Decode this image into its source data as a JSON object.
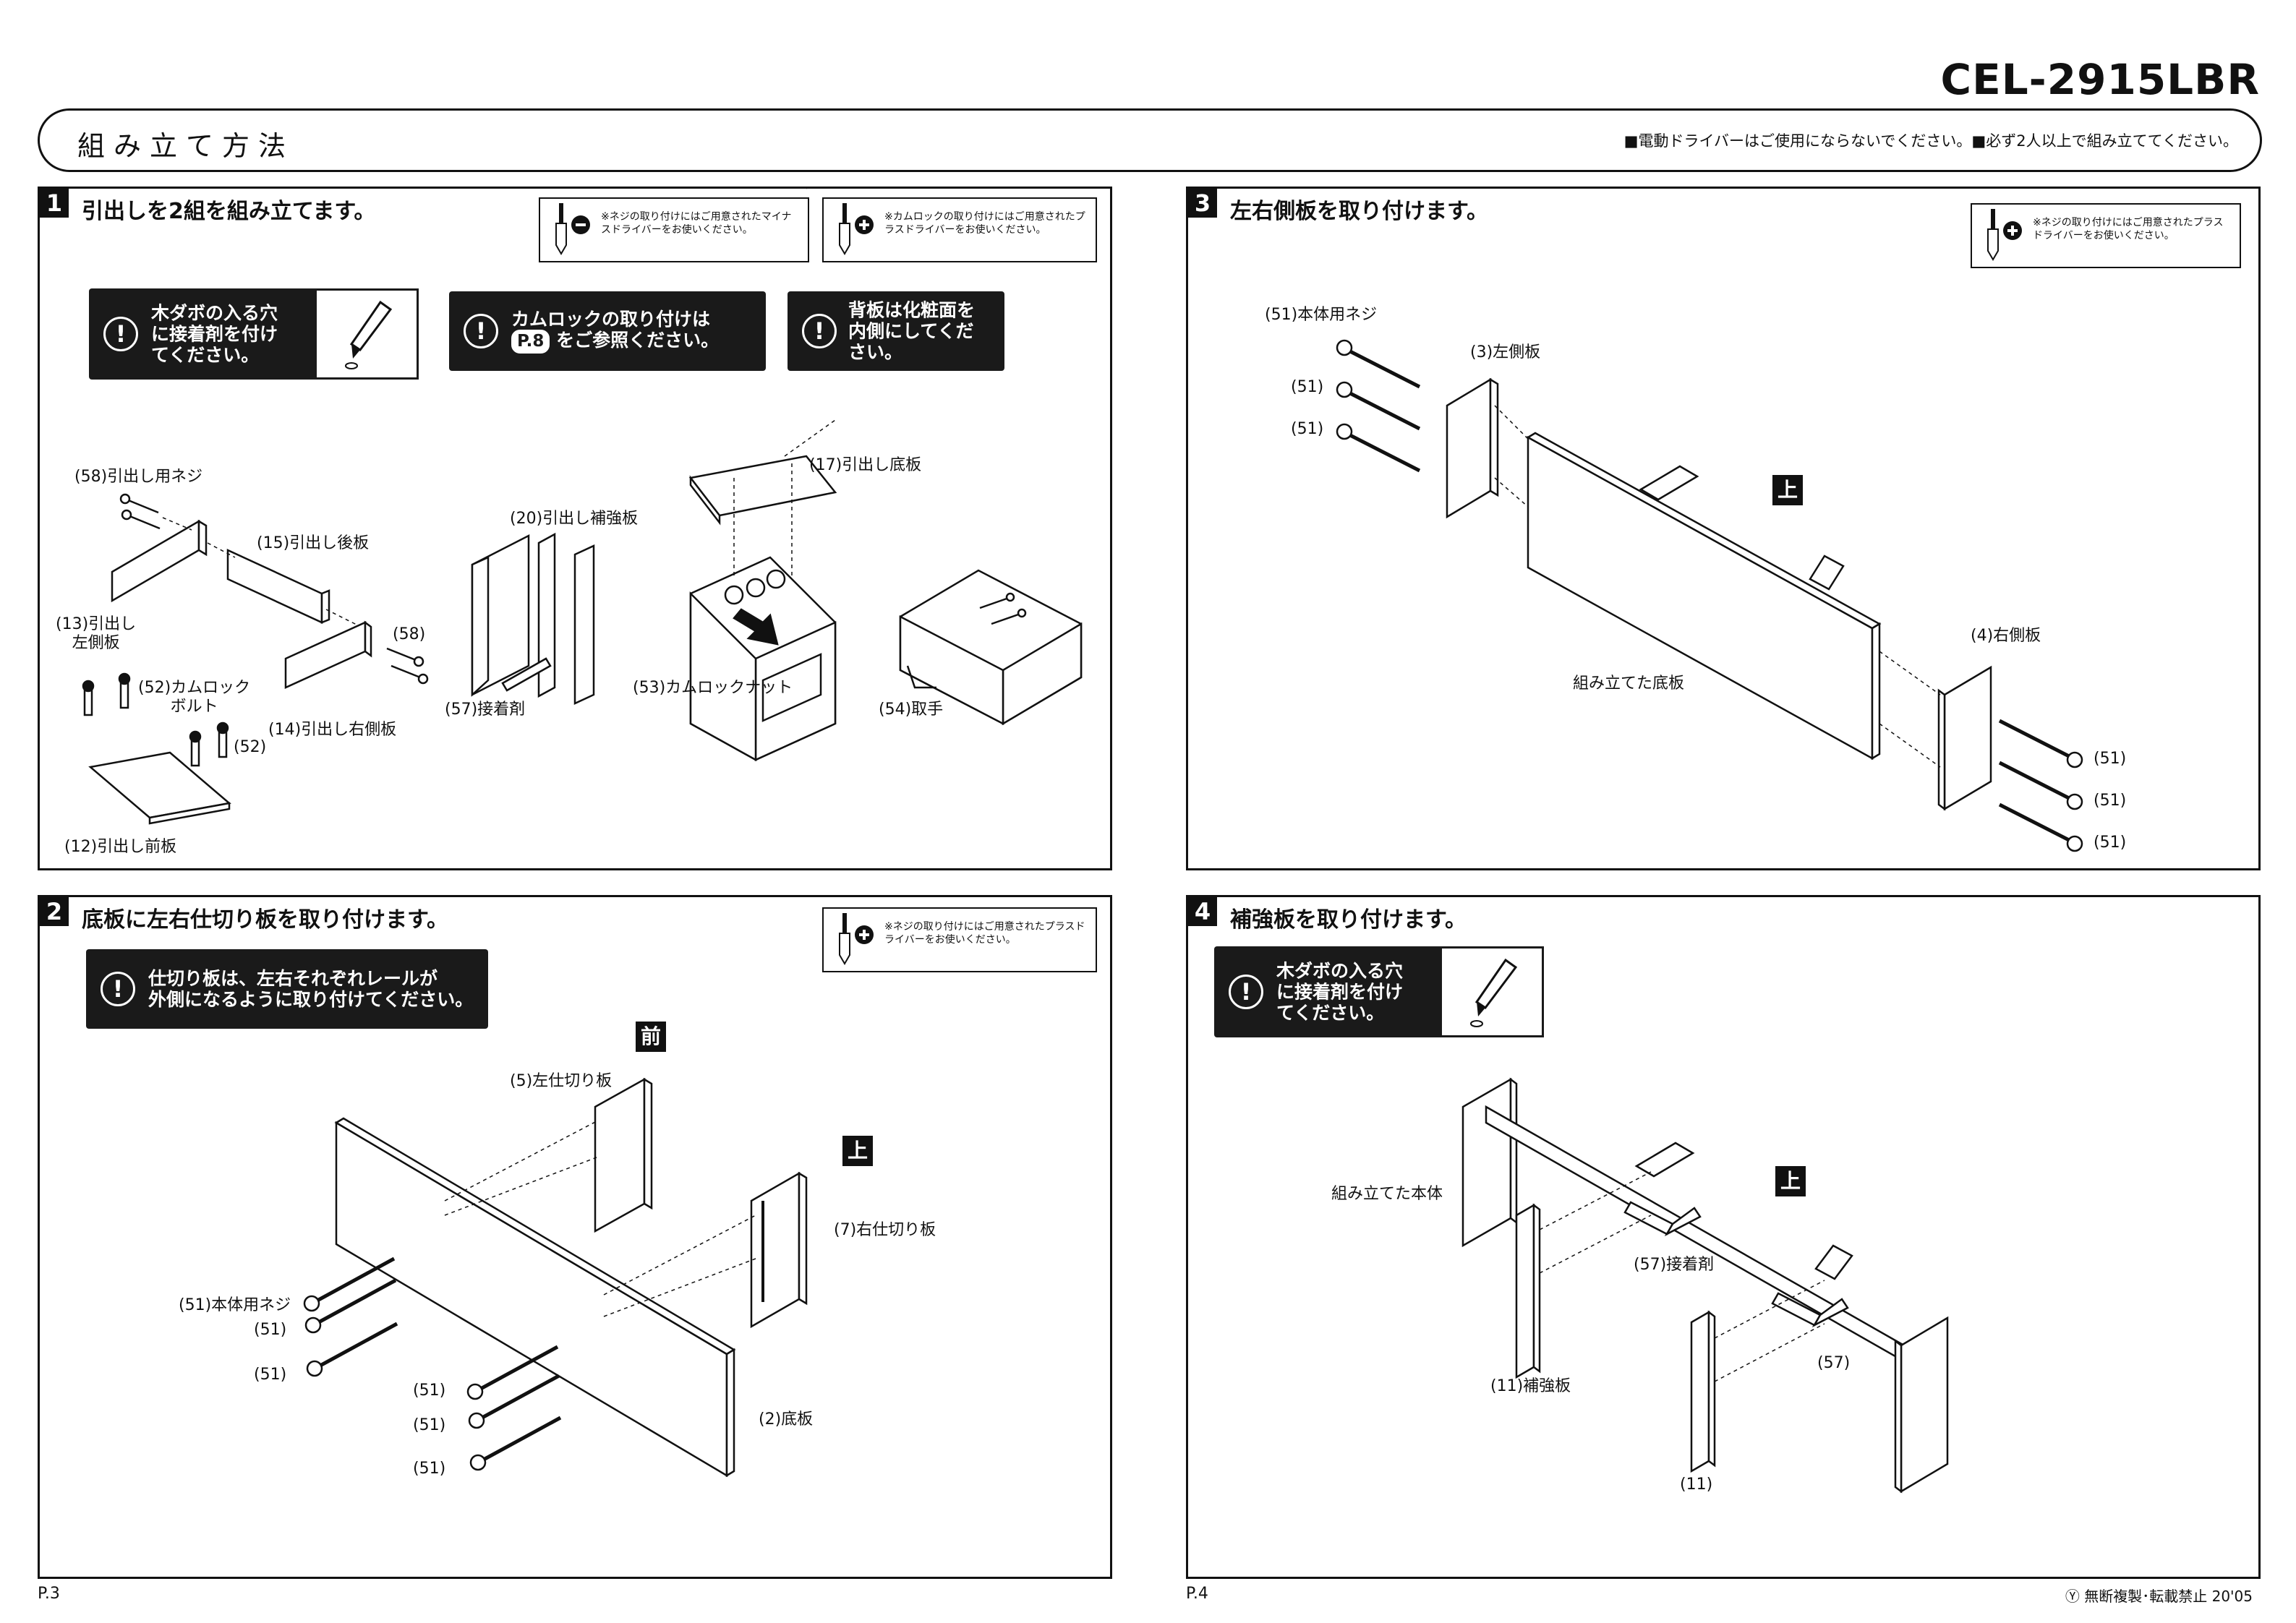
{
  "header": {
    "model": "CEL-2915LBR",
    "title": "組み立て方法",
    "notice": "■電動ドライバーはご使用にならないでください。■必ず2人以上で組み立ててください。"
  },
  "steps": {
    "s1": {
      "num": "1",
      "title": "引出しを2組を組み立てます。",
      "driver_minus": "※ネジの取り付けにはご用意されたマイナスドライバーをお使いください。",
      "driver_plus": "※カムロックの取り付けにはご用意されたプラスドライバーをお使いください。",
      "note_glue": [
        "木ダボの入る穴",
        "に接着剤を付け",
        "てください。"
      ],
      "note_camlock_1": "カムロックの取り付けは",
      "note_camlock_badge": "P.8",
      "note_camlock_2": "をご参照ください。",
      "note_back": [
        "背板は化粧面を",
        "内側にしてくだ",
        "さい。"
      ],
      "labels": {
        "l58": "(58)引出し用ネジ",
        "l15": "(15)引出し後板",
        "l13": [
          "(13)引出し",
          "左側板"
        ],
        "l58b": "(58)",
        "l52": [
          "(52)カムロック",
          "ボルト"
        ],
        "l14": "(14)引出し右側板",
        "l52b": "(52)",
        "l12": "(12)引出し前板",
        "l20": "(20)引出し補強板",
        "l57": "(57)接着剤",
        "l17": "(17)引出し底板",
        "l53": "(53)カムロックナット",
        "l54": "(54)取手"
      }
    },
    "s2": {
      "num": "2",
      "title": "底板に左右仕切り板を取り付けます。",
      "driver_plus": "※ネジの取り付けにはご用意されたプラスドライバーをお使いください。",
      "note": [
        "仕切り板は、左右それぞれレールが",
        "外側になるように取り付けてください。"
      ],
      "front_badge": "前",
      "up_badge": "上",
      "labels": {
        "l5": "(5)左仕切り板",
        "l7": "(7)右仕切り板",
        "l51main": "(51)本体用ネジ",
        "l51a": "(51)",
        "l51b": "(51)",
        "l51c": "(51)",
        "l51d": "(51)",
        "l51e": "(51)",
        "l2": "(2)底板"
      }
    },
    "s3": {
      "num": "3",
      "title": "左右側板を取り付けます。",
      "driver_plus": "※ネジの取り付けにはご用意されたプラスドライバーをお使いください。",
      "up_badge": "上",
      "labels": {
        "l51main": "(51)本体用ネジ",
        "l3": "(3)左側板",
        "l51a": "(51)",
        "l51b": "(51)",
        "bottom": "組み立てた底板",
        "l4": "(4)右側板",
        "l51c": "(51)",
        "l51d": "(51)",
        "l51e": "(51)"
      }
    },
    "s4": {
      "num": "4",
      "title": "補強板を取り付けます。",
      "note_glue": [
        "木ダボの入る穴",
        "に接着剤を付け",
        "てください。"
      ],
      "up_badge": "上",
      "labels": {
        "body": "組み立てた本体",
        "l57a": "(57)接着剤",
        "l57b": "(57)",
        "l11a": "(11)補強板",
        "l11b": "(11)"
      }
    }
  },
  "footer": {
    "page_left": "P.3",
    "page_right": "P.4",
    "copyright": "Ⓨ 無断複製･転載禁止 20'05"
  }
}
